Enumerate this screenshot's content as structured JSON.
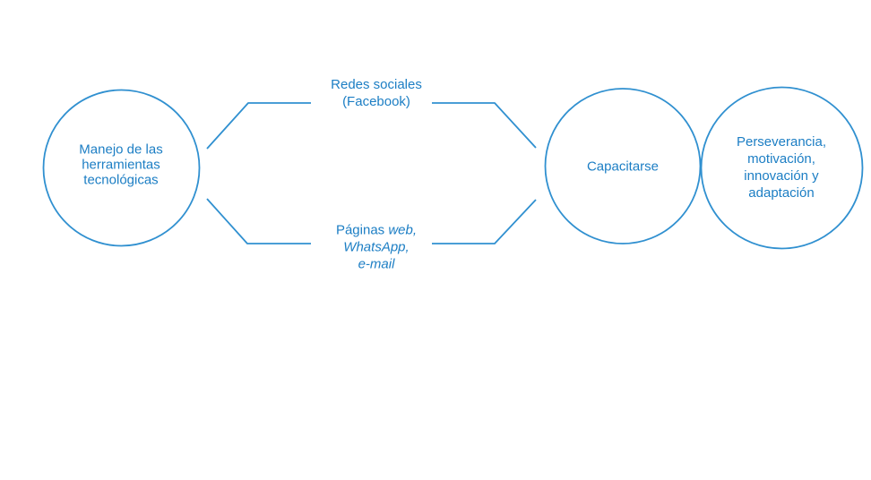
{
  "colors": {
    "stroke": "#3090D0",
    "text": "#1C7EC4",
    "background": "#FFFFFF"
  },
  "diagram": {
    "type": "process-flow",
    "nodes": {
      "left_circle": {
        "lines": [
          "Manejo de las",
          "herramientas",
          "tecnológicas"
        ]
      },
      "center_circle": {
        "label": "Capacitarse"
      },
      "right_circle": {
        "lines": [
          "Perseverancia,",
          "motivación,",
          "innovación y",
          "adaptación"
        ]
      }
    },
    "connector_labels": {
      "top": {
        "lines": [
          "Redes sociales",
          "(Facebook)"
        ]
      },
      "bottom": {
        "line1_regular": "Páginas",
        "line1_italic": "web,",
        "line2_italic": "WhatsApp,",
        "line3_italic": "e-mail"
      }
    }
  }
}
